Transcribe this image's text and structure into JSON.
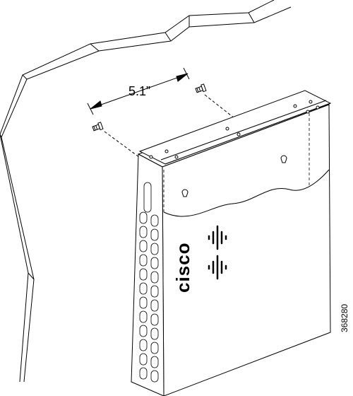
{
  "dimension": {
    "label": "5.1”"
  },
  "figure": {
    "number": "368280"
  },
  "device": {
    "brand": "cisco"
  },
  "icons": {
    "screw": "screw-icon",
    "logo": "cisco-logo",
    "keyhole": "keyhole-slot-icon"
  }
}
